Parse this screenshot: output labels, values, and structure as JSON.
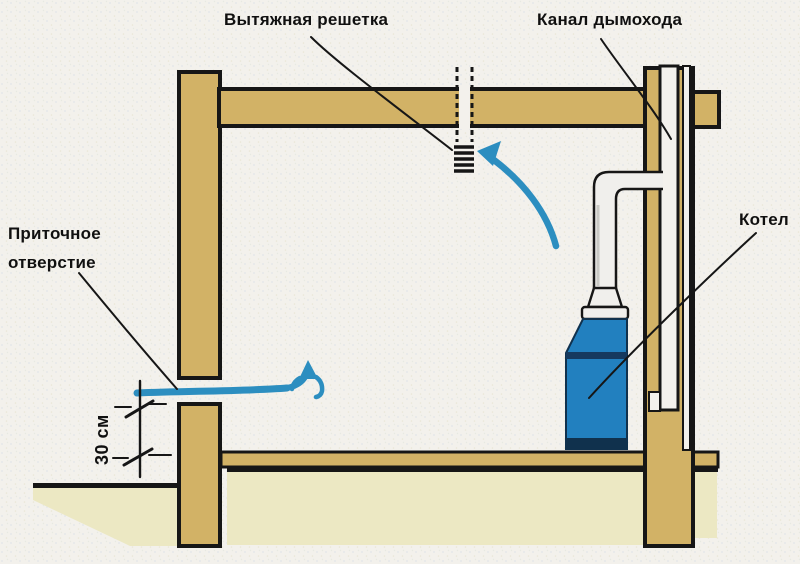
{
  "diagram": {
    "type": "boiler-room-ventilation-scheme",
    "labels": {
      "exhaust_grille": "Вытяжная решетка",
      "chimney_duct": "Канал дымохода",
      "boiler": "Котел",
      "supply_opening": "Приточное отверстие",
      "clearance_dimension": "30 см"
    },
    "colors": {
      "background": "#f3f1ec",
      "wall_fill": "#d2b266",
      "outline": "#161616",
      "slab_fill": "#ece8c3",
      "boiler_fill": "#2280bf",
      "boiler_dark": "#10314d",
      "boiler_band": "#16395e",
      "pipe_fill": "#f0efec",
      "arrow": "#2c8ec0",
      "text": "#101010"
    }
  }
}
